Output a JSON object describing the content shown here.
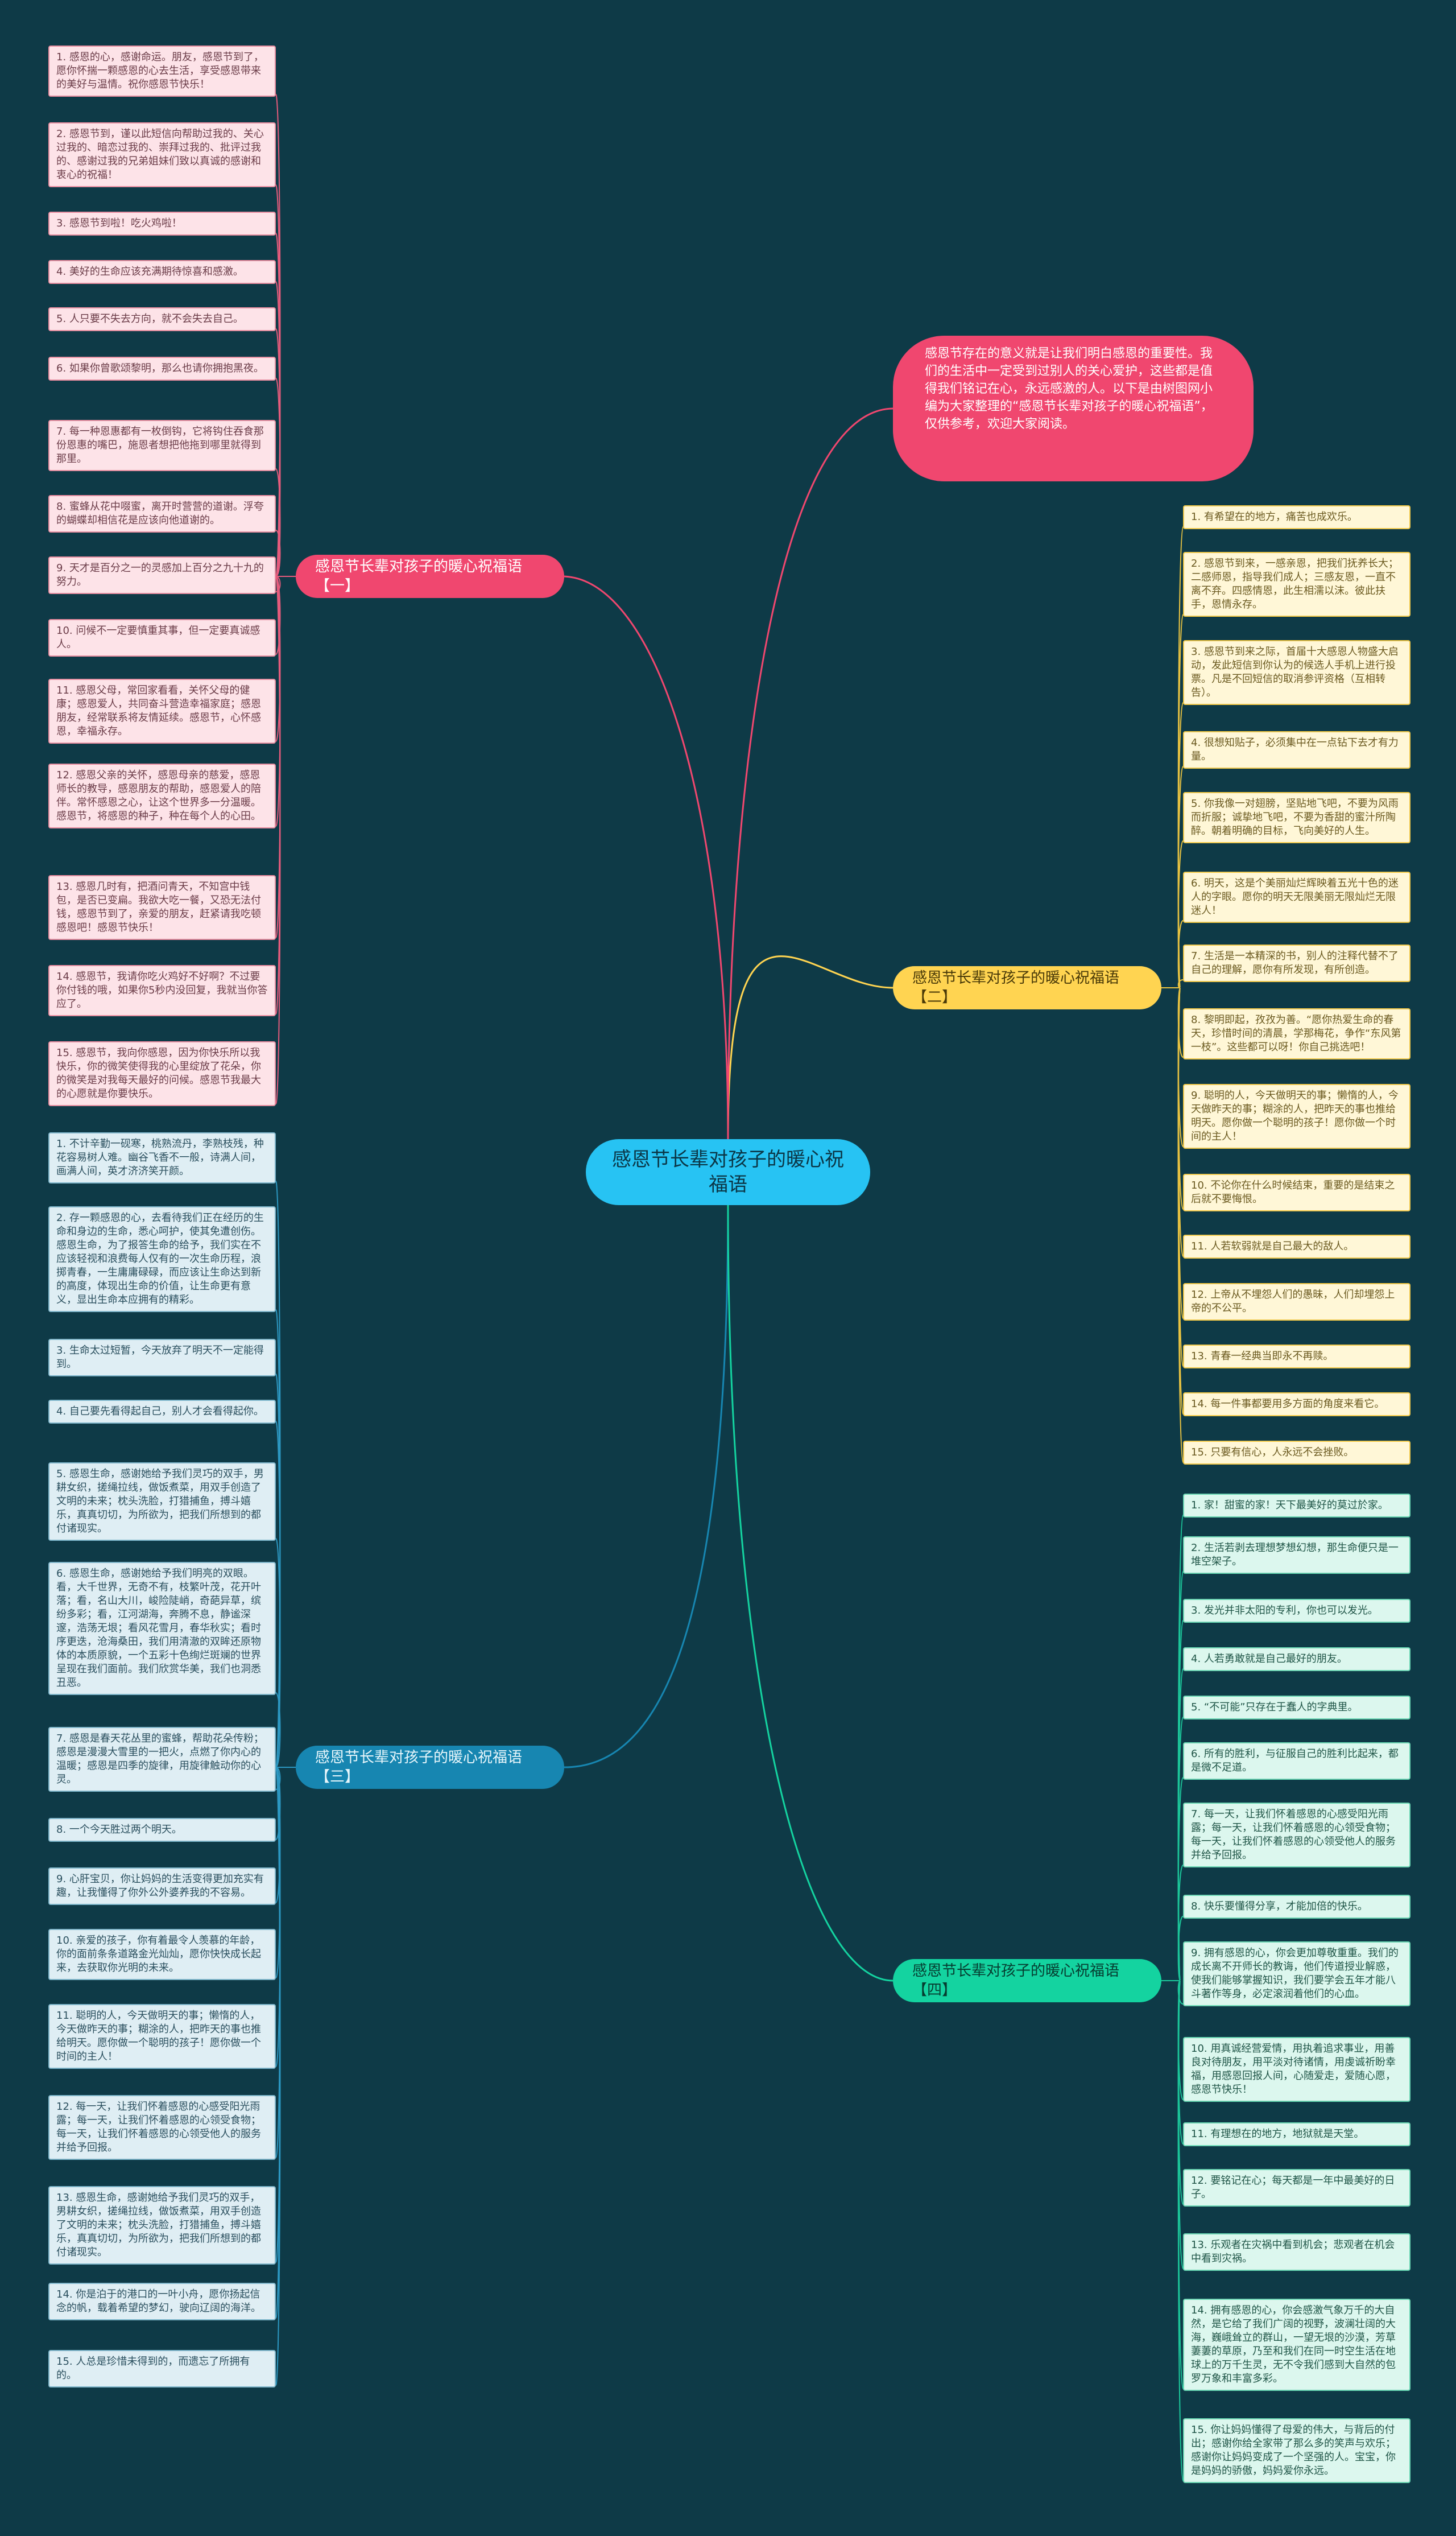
{
  "center": {
    "title": "感恩节长辈对孩子的暖心祝福语"
  },
  "intro": {
    "text": "感恩节存在的意义就是让我们明白感恩的重要性。我们的生活中一定受到过别人的关心爱护，这些都是值得我们铭记在心，永远感激的人。以下是由树图网小编为大家整理的“感恩节长辈对孩子的暖心祝福语”，仅供参考，欢迎大家阅读。"
  },
  "branches": [
    {
      "label": "感恩节长辈对孩子的暖心祝福语【一】"
    },
    {
      "label": "感恩节长辈对孩子的暖心祝福语【二】"
    },
    {
      "label": "感恩节长辈对孩子的暖心祝福语【三】"
    },
    {
      "label": "感恩节长辈对孩子的暖心祝福语【四】"
    }
  ],
  "leaves1": [
    "1. 感恩的心，感谢命运。朋友，感恩节到了，愿你怀揣一颗感恩的心去生活，享受感恩带来的美好与温情。祝你感恩节快乐！",
    "2. 感恩节到，谨以此短信向帮助过我的、关心过我的、暗恋过我的、崇拜过我的、批评过我的、感谢过我的兄弟姐妹们致以真诚的感谢和衷心的祝福！",
    "3. 感恩节到啦！吃火鸡啦！",
    "4. 美好的生命应该充满期待惊喜和感激。",
    "5. 人只要不失去方向，就不会失去自己。",
    "6. 如果你曾歌颂黎明，那么也请你拥抱黑夜。",
    "7. 每一种恩惠都有一枚倒钩，它将钩住吞食那份恩惠的嘴巴，施恩者想把他拖到哪里就得到那里。",
    "8. 蜜蜂从花中啜蜜，离开时营营的道谢。浮夸的蝴蝶却相信花是应该向他道谢的。",
    "9. 天才是百分之一的灵感加上百分之九十九的努力。",
    "10. 问候不一定要慎重其事，但一定要真诚感人。",
    "11. 感恩父母，常回家看看，关怀父母的健康；感恩爱人，共同奋斗营造幸福家庭；感恩朋友，经常联系将友情延续。感恩节，心怀感恩，幸福永存。",
    "12. 感恩父亲的关怀，感恩母亲的慈爱，感恩师长的教导，感恩朋友的帮助，感恩爱人的陪伴。常怀感恩之心，让这个世界多一分温暖。感恩节，将感恩的种子，种在每个人的心田。",
    "13. 感恩几时有，把酒问青天，不知宫中钱包，是否已变扁。我欲大吃一餐，又恐无法付钱，感恩节到了，亲爱的朋友，赶紧请我吃顿感恩吧！感恩节快乐！",
    "14. 感恩节，我请你吃火鸡好不好啊？不过要你付钱的哦，如果你5秒内没回复，我就当你答应了。",
    "15. 感恩节，我向你感恩，因为你快乐所以我快乐，你的微笑使得我的心里绽放了花朵，你的微笑是对我每天最好的问候。感恩节我最大的心愿就是你要快乐。"
  ],
  "leaves2": [
    "1. 有希望在的地方，痛苦也成欢乐。",
    "2. 感恩节到来，一感亲恩，把我们抚养长大；二感师恩，指导我们成人；三感友恩，一直不离不弃。四感情恩，此生相濡以沫。彼此扶手，恩情永存。",
    "3. 感恩节到来之际，首届十大感恩人物盛大启动，发此短信到你认为的候选人手机上进行投票。凡是不回短信的取消参评资格（互相转告）。",
    "4. 很想知贴子，必须集中在一点钻下去才有力量。",
    "5. 你我像一对翅膀，坚贴地飞吧，不要为风雨而折服；诚挚地飞吧，不要为香甜的蜜汁所陶醉。朝着明确的目标，飞向美好的人生。",
    "6. 明天，这是个美丽灿烂辉映着五光十色的迷人的字眼。愿你的明天无限美丽无限灿烂无限迷人！",
    "7. 生活是一本精深的书，别人的注释代替不了自己的理解，愿你有所发现，有所创造。",
    "8. 黎明即起，孜孜为善。“愿你热爱生命的春天，珍惜时间的清晨，学那梅花，争作“东风第一枝”。这些都可以呀！你自己挑选吧！",
    "9. 聪明的人，今天做明天的事；懒惰的人，今天做昨天的事；糊涂的人，把昨天的事也推给明天。愿你做一个聪明的孩子！愿你做一个时间的主人！",
    "10. 不论你在什么时候结束，重要的是结束之后就不要悔恨。",
    "11. 人若软弱就是自己最大的敌人。",
    "12. 上帝从不埋怨人们的愚昧，人们却埋怨上帝的不公平。",
    "13. 青春一经典当即永不再赎。",
    "14. 每一件事都要用多方面的角度来看它。",
    "15. 只要有信心，人永远不会挫败。"
  ],
  "leaves3": [
    "1. 不计辛勤一砚寒，桃熟流丹，李熟枝残，种花容易树人难。幽谷飞香不一般，诗满人间，画满人间，英才济济笑开颜。",
    "2. 存一颗感恩的心，去看待我们正在经历的生命和身边的生命，悉心呵护，使其免遭创伤。感恩生命，为了报答生命的给予，我们实在不应该轻视和浪费每人仅有的一次生命历程，浪掷青春，一生庸庸碌碌，而应该让生命达到新的高度，体现出生命的价值，让生命更有意义，显出生命本应拥有的精彩。",
    "3. 生命太过短暂，今天放弃了明天不一定能得到。",
    "4. 自己要先看得起自己，别人才会看得起你。",
    "5. 感恩生命，感谢她给予我们灵巧的双手，男耕女织，搓绳拉线，做饭煮菜，用双手创造了文明的未来；枕头洗脸，打猎捕鱼，搏斗嬉乐，真真切切，为所欲为，把我们所想到的都付诸现实。",
    "6. 感恩生命，感谢她给予我们明亮的双眼。看，大千世界，无奇不有，枝繁叶茂，花开叶落；看，名山大川，峻险陡峭，奇葩异草，缤纷多彩；看，江河湖海，奔腾不息，静谧深邃，浩荡无垠；看风花雪月，春华秋实；看时序更迭，沧海桑田，我们用清澈的双眸还原物体的本质原貌，一个五彩十色绚烂斑斓的世界呈现在我们面前。我们欣赏华美，我们也洞悉丑恶。",
    "7. 感恩是春天花丛里的蜜蜂，帮助花朵传粉；感恩是漫漫大雪里的一把火，点燃了你内心的温暖；感恩是四季的旋律，用旋律触动你的心灵。",
    "8. 一个今天胜过两个明天。",
    "9. 心肝宝贝，你让妈妈的生活变得更加充实有趣，让我懂得了你外公外婆养我的不容易。",
    "10. 亲爱的孩子，你有着最令人羡慕的年龄，你的面前条条道路金光灿灿，愿你快快成长起来，去获取你光明的未来。",
    "11. 聪明的人，今天做明天的事；懒惰的人，今天做昨天的事；糊涂的人，把昨天的事也推给明天。愿你做一个聪明的孩子！愿你做一个时间的主人！",
    "12. 每一天，让我们怀着感恩的心感受阳光雨露；每一天，让我们怀着感恩的心领受食物；每一天，让我们怀着感恩的心领受他人的服务并给予回报。",
    "13. 感恩生命，感谢她给予我们灵巧的双手，男耕女织，搓绳拉线，做饭煮菜，用双手创造了文明的未来；枕头洗脸，打猎捕鱼，搏斗嬉乐，真真切切，为所欲为，把我们所想到的都付诸现实。",
    "14. 你是泊于的港口的一叶小舟，愿你扬起信念的帆，载着希望的梦幻，驶向辽阔的海洋。",
    "15. 人总是珍惜未得到的，而遗忘了所拥有的。"
  ],
  "leaves4": [
    "1. 家！甜蜜的家！天下最美好的莫过於家。",
    "2. 生活若剥去理想梦想幻想，那生命便只是一堆空架子。",
    "3. 发光并非太阳的专利，你也可以发光。",
    "4. 人若勇敢就是自己最好的朋友。",
    "5. “不可能”只存在于蠢人的字典里。",
    "6. 所有的胜利，与征服自己的胜利比起来，都是微不足道。",
    "7. 每一天，让我们怀着感恩的心感受阳光雨露；每一天，让我们怀着感恩的心领受食物；每一天，让我们怀着感恩的心领受他人的服务并给予回报。",
    "8. 快乐要懂得分享，才能加倍的快乐。",
    "9. 拥有感恩的心，你会更加尊敬重重。我们的成长离不开师长的教诲，他们传道授业解惑，使我们能够掌握知识，我们要学会五年才能八斗著作等身，必定滚润着他们的心血。",
    "10. 用真诚经营爱情，用执着追求事业，用善良对待朋友，用平淡对待诸情，用虔诚祈盼幸福，用感恩回报人间，心随爱走，爱随心愿，感恩节快乐！",
    "11. 有理想在的地方，地狱就是天堂。",
    "12. 要铭记在心；每天都是一年中最美好的日子。",
    "13. 乐观者在灾祸中看到机会；悲观者在机会中看到灾祸。",
    "14. 拥有感恩的心，你会感激气象万千的大自然，是它给了我们广阔的视野，波澜壮阔的大海，巍峨耸立的群山，一望无垠的沙漠，芳草萋萋的草原，乃至和我们在同一时空生活在地球上的万千生灵，无不令我们感到大自然的包罗万象和丰富多彩。",
    "15. 你让妈妈懂得了母爱的伟大，与背后的付出；感谢你给全家带了那么多的笑声与欢乐；感谢你让妈妈变成了一个坚强的人。宝宝，你是妈妈的骄傲，妈妈爱你永远。"
  ],
  "colors": {
    "background": "#0e3a47",
    "pink": "#f0476f",
    "yellow": "#ffd451",
    "blue": "#1786b1",
    "green": "#14d3a0",
    "center": "#27c3f3"
  }
}
